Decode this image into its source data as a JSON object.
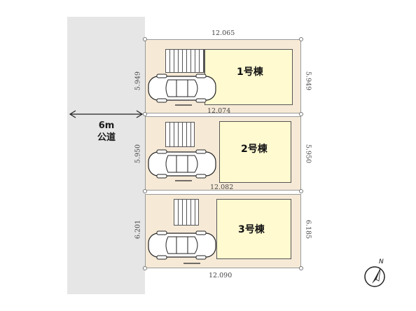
{
  "road": {
    "width_label": "6m",
    "type_label": "公道"
  },
  "lots": [
    {
      "name": "1号棟",
      "top_dimension": "12.065",
      "bottom_dimension": "12.074",
      "left_dimension": "5.949",
      "right_dimension": "5.949"
    },
    {
      "name": "2号棟",
      "bottom_dimension": "12.082",
      "left_dimension": "5.950",
      "right_dimension": "5.950"
    },
    {
      "name": "3号棟",
      "bottom_dimension": "12.090",
      "left_dimension": "6.201",
      "right_dimension": "6.185"
    }
  ],
  "compass": {
    "label": "N"
  },
  "colors": {
    "lot_fill": "#f6ead7",
    "house_fill": "#fffad0",
    "road_fill": "#e6e6e6"
  }
}
